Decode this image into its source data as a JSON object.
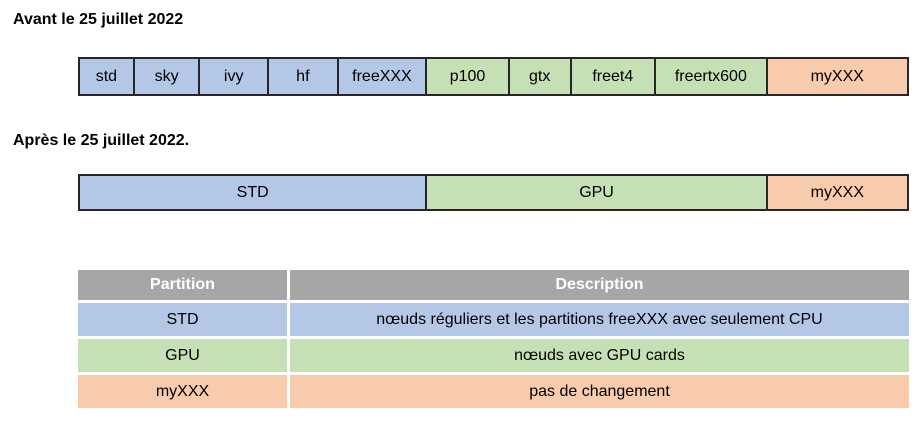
{
  "headings": {
    "before": "Avant le 25 juillet 2022",
    "after": "Après le 25 juillet 2022."
  },
  "colors": {
    "blue": "#b4c7e7",
    "green": "#c5e0b4",
    "orange": "#f8cbad",
    "header_gray": "#a6a6a6",
    "header_text": "#ffffff",
    "border": "#262626",
    "text": "#000000"
  },
  "bars": {
    "before": {
      "cells": [
        {
          "label": "std",
          "color": "blue",
          "width_pct": 6.62
        },
        {
          "label": "sky",
          "color": "blue",
          "width_pct": 7.94
        },
        {
          "label": "ivy",
          "color": "blue",
          "width_pct": 8.3
        },
        {
          "label": "hf",
          "color": "blue",
          "width_pct": 8.42
        },
        {
          "label": "freeXXX",
          "color": "blue",
          "width_pct": 10.71
        },
        {
          "label": "p100",
          "color": "green",
          "width_pct": 9.99
        },
        {
          "label": "gtx",
          "color": "green",
          "width_pct": 7.46
        },
        {
          "label": "freet4",
          "color": "green",
          "width_pct": 10.23
        },
        {
          "label": "freertx600",
          "color": "green",
          "width_pct": 13.48
        },
        {
          "label": "myXXX",
          "color": "orange",
          "width_pct": 16.85
        }
      ]
    },
    "after": {
      "cells": [
        {
          "label": "STD",
          "color": "blue",
          "width_pct": 42.0
        },
        {
          "label": "GPU",
          "color": "green",
          "width_pct": 41.16
        },
        {
          "label": "myXXX",
          "color": "orange",
          "width_pct": 16.84
        }
      ]
    }
  },
  "table": {
    "headers": [
      {
        "label": "Partition"
      },
      {
        "label": "Description"
      }
    ],
    "rows": [
      {
        "partition": "STD",
        "description": "nœuds réguliers et les partitions freeXXX avec seulement CPU",
        "color": "blue"
      },
      {
        "partition": "GPU",
        "description": "nœuds avec GPU cards",
        "color": "green"
      },
      {
        "partition": "myXXX",
        "description": "pas de changement",
        "color": "orange"
      }
    ]
  }
}
